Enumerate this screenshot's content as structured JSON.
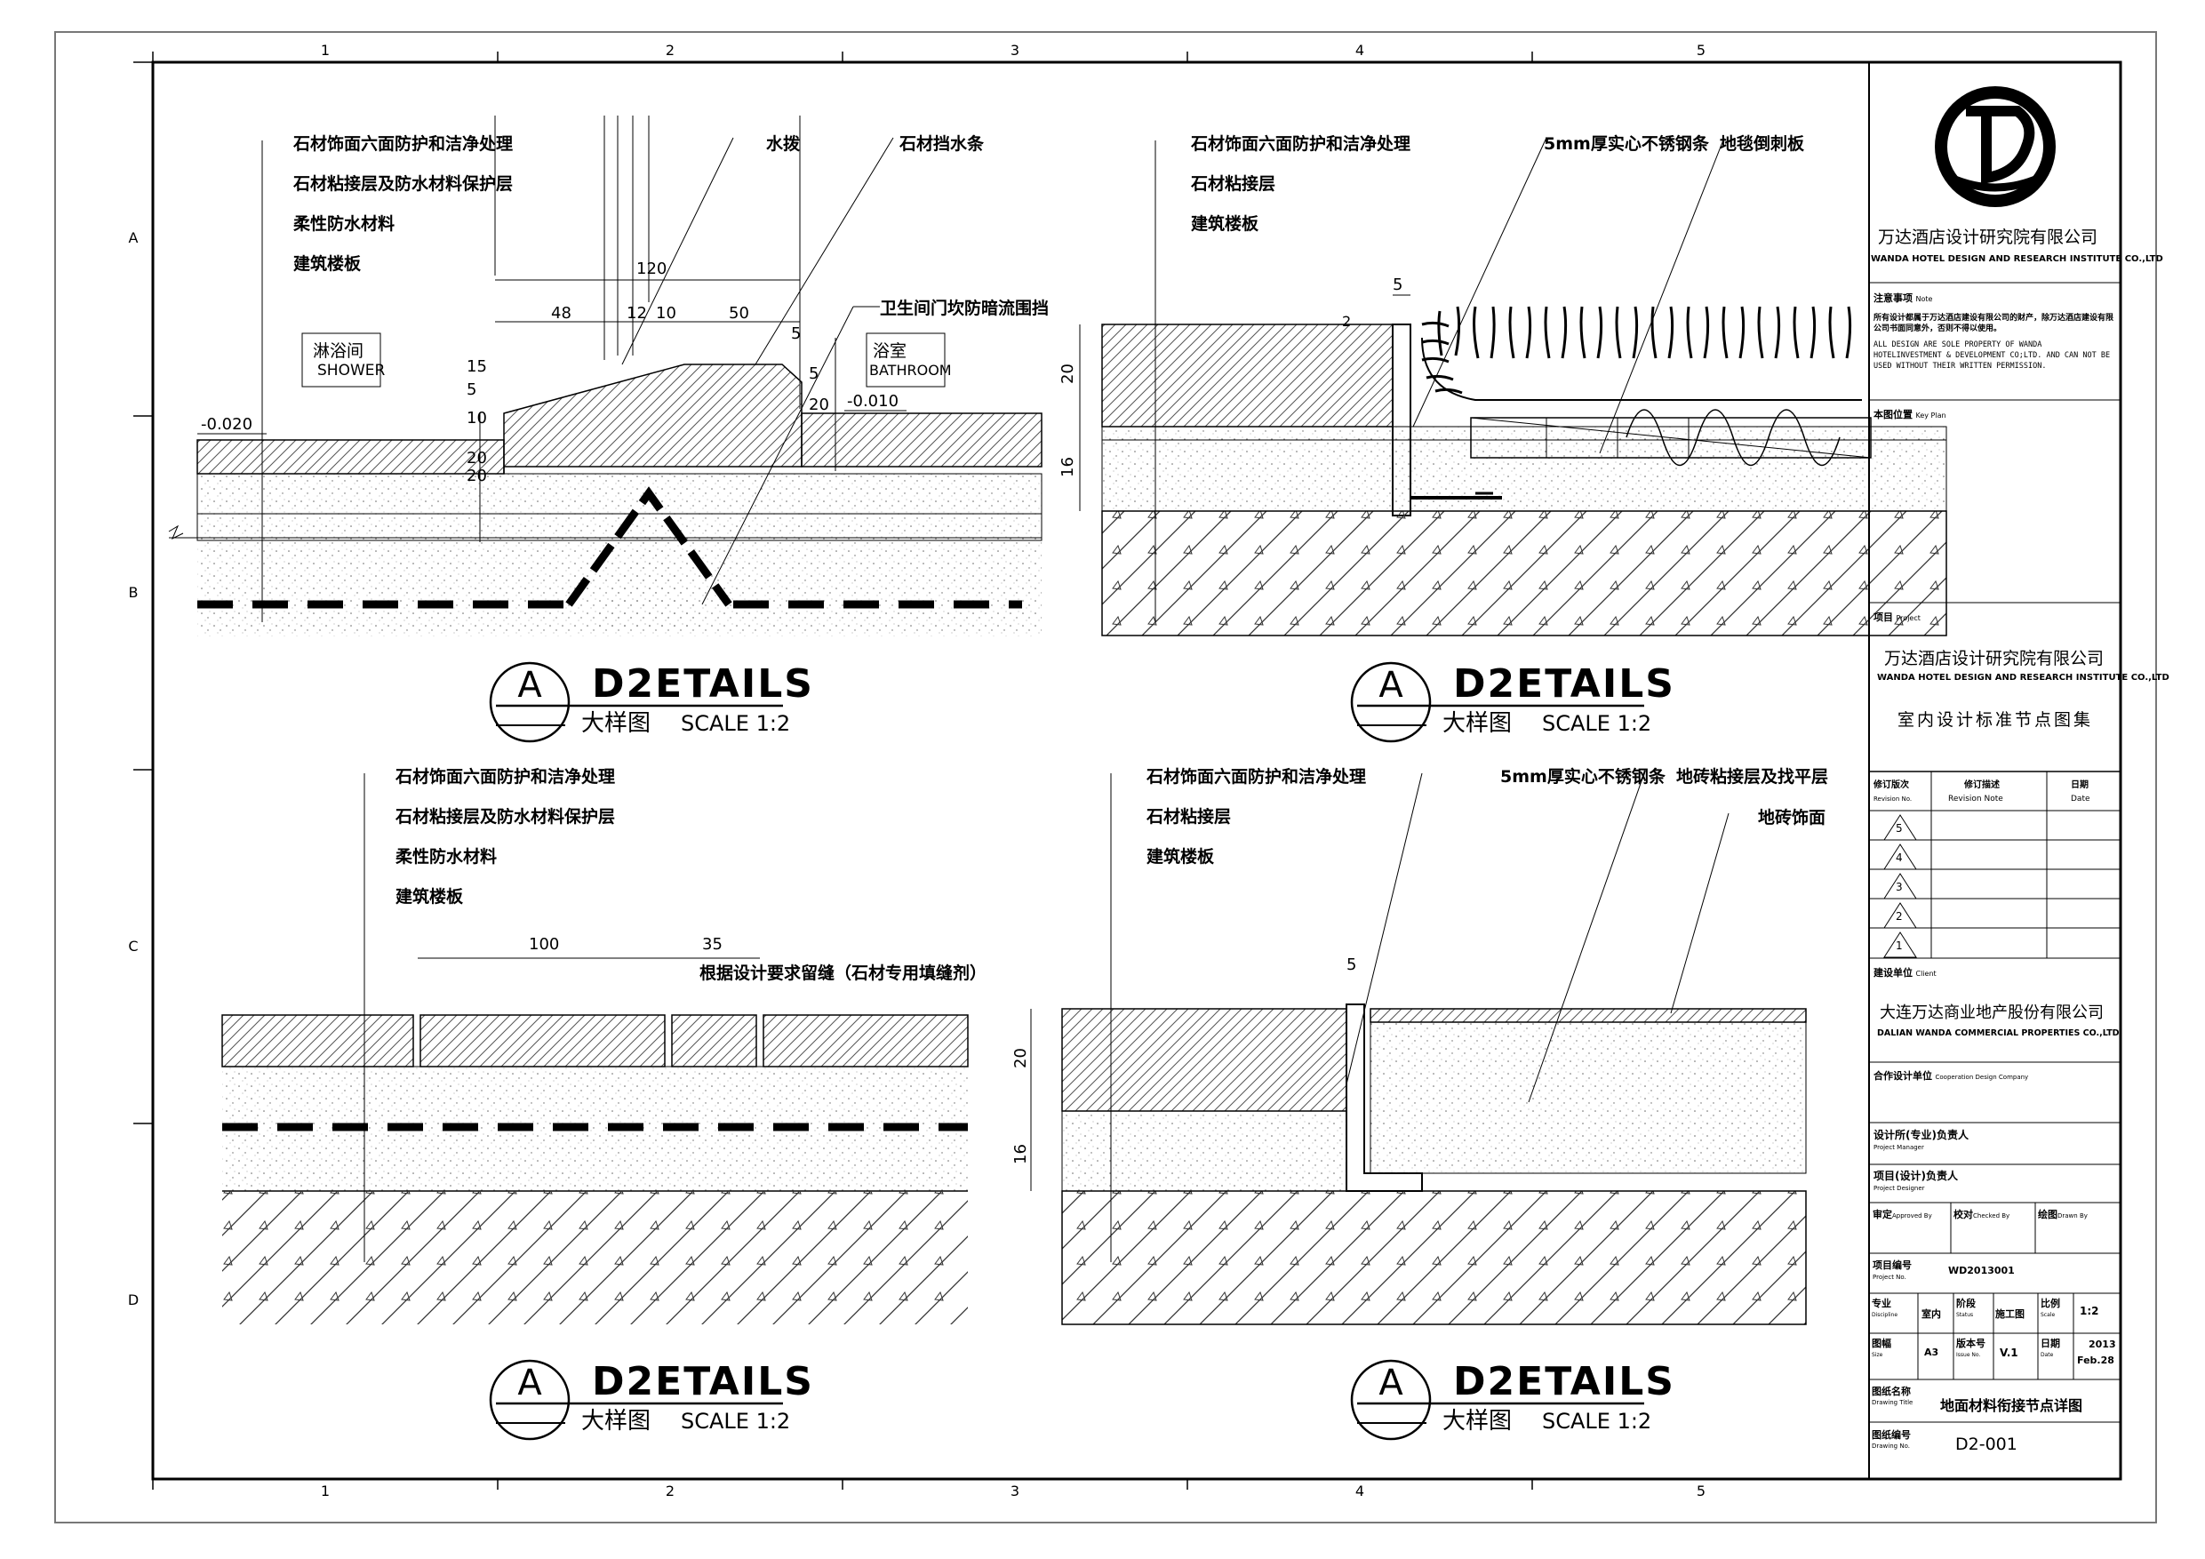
{
  "grid": {
    "columns": [
      "1",
      "2",
      "3",
      "4",
      "5"
    ],
    "rows": [
      "A",
      "B",
      "C",
      "D"
    ]
  },
  "details": [
    {
      "id": "d1",
      "labels": [
        "石材饰面六面防护和洁净处理",
        "石材粘接层及防水材料保护层",
        "柔性防水材料",
        "建筑楼板"
      ],
      "top_labels": [
        "水拨",
        "石材挡水条"
      ],
      "side_label": "卫生间门坎防暗流围挡",
      "room_left_cn": "淋浴间",
      "room_left_en": "SHOWER",
      "room_right_cn": "浴室",
      "room_right_en": "BATHROOM",
      "level_left": "-0.020",
      "level_right": "-0.010",
      "dims": [
        "120",
        "48",
        "12",
        "10",
        "50",
        "5",
        "15",
        "5",
        "10",
        "20",
        "20",
        "5",
        "20"
      ],
      "title_letter": "A",
      "title": "D2ETAILS",
      "subtitle_cn": "大样图",
      "scale": "SCALE  1:2"
    },
    {
      "id": "d2",
      "labels": [
        "石材饰面六面防护和洁净处理",
        "石材粘接层",
        "建筑楼板"
      ],
      "top_labels": [
        "5mm厚实心不锈钢条",
        "地毯倒刺板"
      ],
      "dims": [
        "5",
        "2",
        "20",
        "16"
      ],
      "title_letter": "A",
      "title": "D2ETAILS",
      "subtitle_cn": "大样图",
      "scale": "SCALE  1:2"
    },
    {
      "id": "d3",
      "labels": [
        "石材饰面六面防护和洁净处理",
        "石材粘接层及防水材料保护层",
        "柔性防水材料",
        "建筑楼板"
      ],
      "dims": [
        "100",
        "35"
      ],
      "gap_note": "根据设计要求留缝（石材专用填缝剂）",
      "title_letter": "A",
      "title": "D2ETAILS",
      "subtitle_cn": "大样图",
      "scale": "SCALE  1:2"
    },
    {
      "id": "d4",
      "labels": [
        "石材饰面六面防护和洁净处理",
        "石材粘接层",
        "建筑楼板"
      ],
      "top_labels": [
        "5mm厚实心不锈钢条",
        "地砖粘接层及找平层",
        "地砖饰面"
      ],
      "dims": [
        "5",
        "20",
        "16"
      ],
      "title_letter": "A",
      "title": "D2ETAILS",
      "subtitle_cn": "大样图",
      "scale": "SCALE  1:2"
    }
  ],
  "titleblock": {
    "company_cn": "万达酒店设计研究院有限公司",
    "company_en": "WANDA HOTEL DESIGN AND RESEARCH INSTITUTE CO.,LTD",
    "note_label_cn": "注意事项",
    "note_label_en": "Note",
    "note_text_cn": "所有设计都属于万达酒店建设有限公司的财产，除万达酒店建设有限公司书面同意外，否则不得以使用。",
    "note_text_en": "ALL DESIGN ARE SOLE PROPERTY OF WANDA HOTELINVESTMENT & DEVELOPMENT CO;LTD. AND CAN NOT BE USED WITHOUT THEIR WRITTEN PERMISSION.",
    "keyplan_cn": "本图位置",
    "keyplan_en": "Key Plan",
    "project_cn": "项目",
    "project_en": "Project",
    "project_company_cn": "万达酒店设计研究院有限公司",
    "project_company_en": "WANDA HOTEL DESIGN AND RESEARCH INSTITUTE CO.,LTD",
    "project_name": "室内设计标准节点图集",
    "rev_no_cn": "修订版次",
    "rev_no_en": "Revision No.",
    "rev_note_cn": "修订描述",
    "rev_note_en": "Revision Note",
    "rev_date_cn": "日期",
    "rev_date_en": "Date",
    "revisions": [
      "5",
      "4",
      "3",
      "2",
      "1"
    ],
    "client_cn": "建设单位",
    "client_en": "Client",
    "client_name_cn": "大连万达商业地产股份有限公司",
    "client_name_en": "DALIAN WANDA COMMERCIAL PROPERTIES CO.,LTD",
    "coop_cn": "合作设计单位",
    "coop_en": "Cooperation Design Company",
    "pm_cn": "设计所(专业)负责人",
    "pm_en": "Project Manager",
    "pd_cn": "项目(设计)负责人",
    "pd_en": "Project Designer",
    "approved_cn": "审定",
    "approved_en": "Approved By",
    "checked_cn": "校对",
    "checked_en": "Checked By",
    "drawn_cn": "绘图",
    "drawn_en": "Drawn By",
    "projno_cn": "项目编号",
    "projno_en": "Project No.",
    "projno": "WD2013001",
    "disc_cn": "专业",
    "disc_en": "Discipline",
    "disc": "室内",
    "status_cn": "阶段",
    "status_en": "Status",
    "status": "施工图",
    "scale_cn": "比例",
    "scale_en": "Scale",
    "scale": "1:2",
    "size_cn": "图幅",
    "size_en": "Size",
    "size": "A3",
    "issue_cn": "版本号",
    "issue_en": "Issue No.",
    "issue": "V.1",
    "date_cn": "日期",
    "date_en": "Date",
    "date_year": "2013",
    "date_md": "Feb.28",
    "title_cn": "图纸名称",
    "title_en": "Drawing Title",
    "title": "地面材料衔接节点详图",
    "drawno_cn": "图纸编号",
    "drawno_en": "Drawing No.",
    "drawno": "D2-001"
  }
}
